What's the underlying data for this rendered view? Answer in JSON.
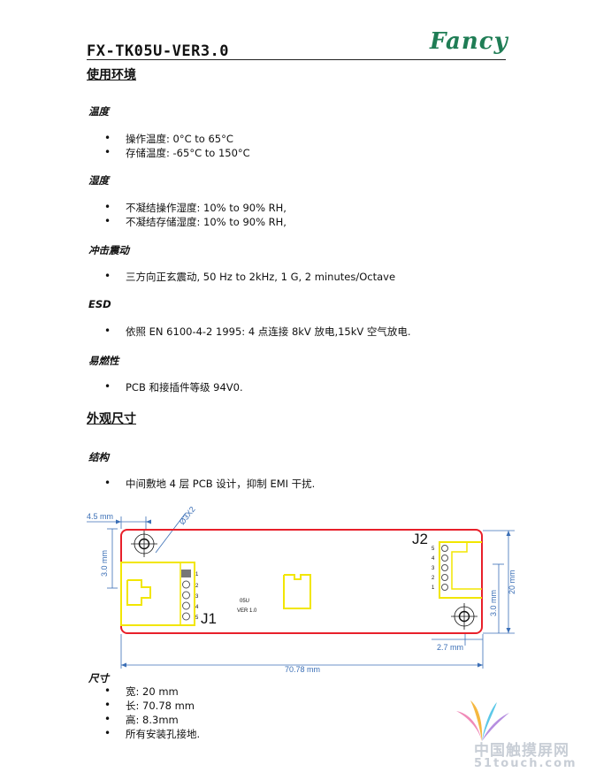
{
  "header": {
    "title": "FX-TK05U-VER3.0",
    "logo": "Fancy"
  },
  "sections": {
    "env_title": "使用环境",
    "temperature": {
      "title": "温度",
      "items": [
        "操作温度: 0°C to 65°C",
        "存储温度: -65°C to 150°C"
      ]
    },
    "humidity": {
      "title": "湿度",
      "items": [
        "不凝结操作湿度: 10% to 90% RH,",
        "不凝结存储湿度: 10% to 90% RH,"
      ]
    },
    "shock": {
      "title": "冲击震动",
      "items": [
        "三方向正玄震动, 50 Hz to 2kHz, 1 G, 2 minutes/Octave"
      ]
    },
    "esd": {
      "title": "ESD",
      "items": [
        "依照  EN 6100-4-2 1995: 4 点连接  8kV 放电,15kV 空气放电."
      ]
    },
    "flammability": {
      "title": "易燃性",
      "items": [
        "PCB 和接插件等级  94V0."
      ]
    },
    "outline_title": "外观尺寸",
    "structure": {
      "title": "结构",
      "items": [
        "中间敷地 4 层 PCB 设计，抑制 EMI 干扰."
      ]
    },
    "size": {
      "title": "尺寸",
      "items": [
        "宽: 20 mm",
        "长: 70.78 mm",
        "高: 8.3mm",
        "所有安装孔接地."
      ]
    }
  },
  "drawing": {
    "dim_left_offset": "4.5 mm",
    "dim_hole": "Ø3X2",
    "dim_left_height": "3.0 mm",
    "dim_right_height": "3.0 mm",
    "dim_total_height": "20 mm",
    "dim_right_offset": "2.7 mm",
    "dim_length": "70.78 mm",
    "label_j1": "J1",
    "label_j2": "J2",
    "board_text_1": "05U",
    "board_text_2": "VER 1.0",
    "j1_pins": [
      "1",
      "2",
      "3",
      "4",
      "5"
    ],
    "j2_pins": [
      "5",
      "4",
      "3",
      "2",
      "1"
    ],
    "colors": {
      "board_outline": "#e8202a",
      "component": "#f2e600",
      "dimension": "#3b6fb6"
    }
  },
  "watermark": {
    "line1": "中国触摸屏网",
    "line2": "51touch.com"
  }
}
